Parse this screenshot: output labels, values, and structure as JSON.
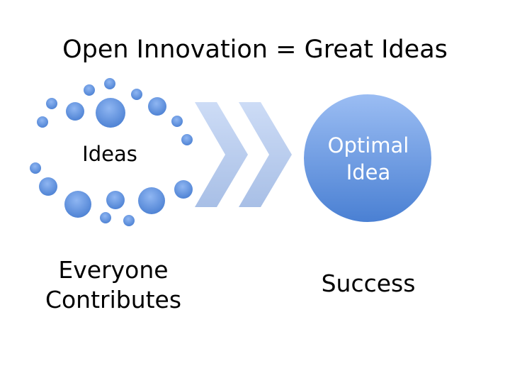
{
  "title": "Open Innovation = Great Ideas",
  "ideas_label": "Ideas",
  "optimal_idea": {
    "line1": "Optimal",
    "line2": "Idea"
  },
  "everyone_label": {
    "line1": "Everyone",
    "line2": "Contributes"
  },
  "success_label": "Success",
  "colors": {
    "circle": "#5b8fdc",
    "chevron": "#b9cdee"
  }
}
